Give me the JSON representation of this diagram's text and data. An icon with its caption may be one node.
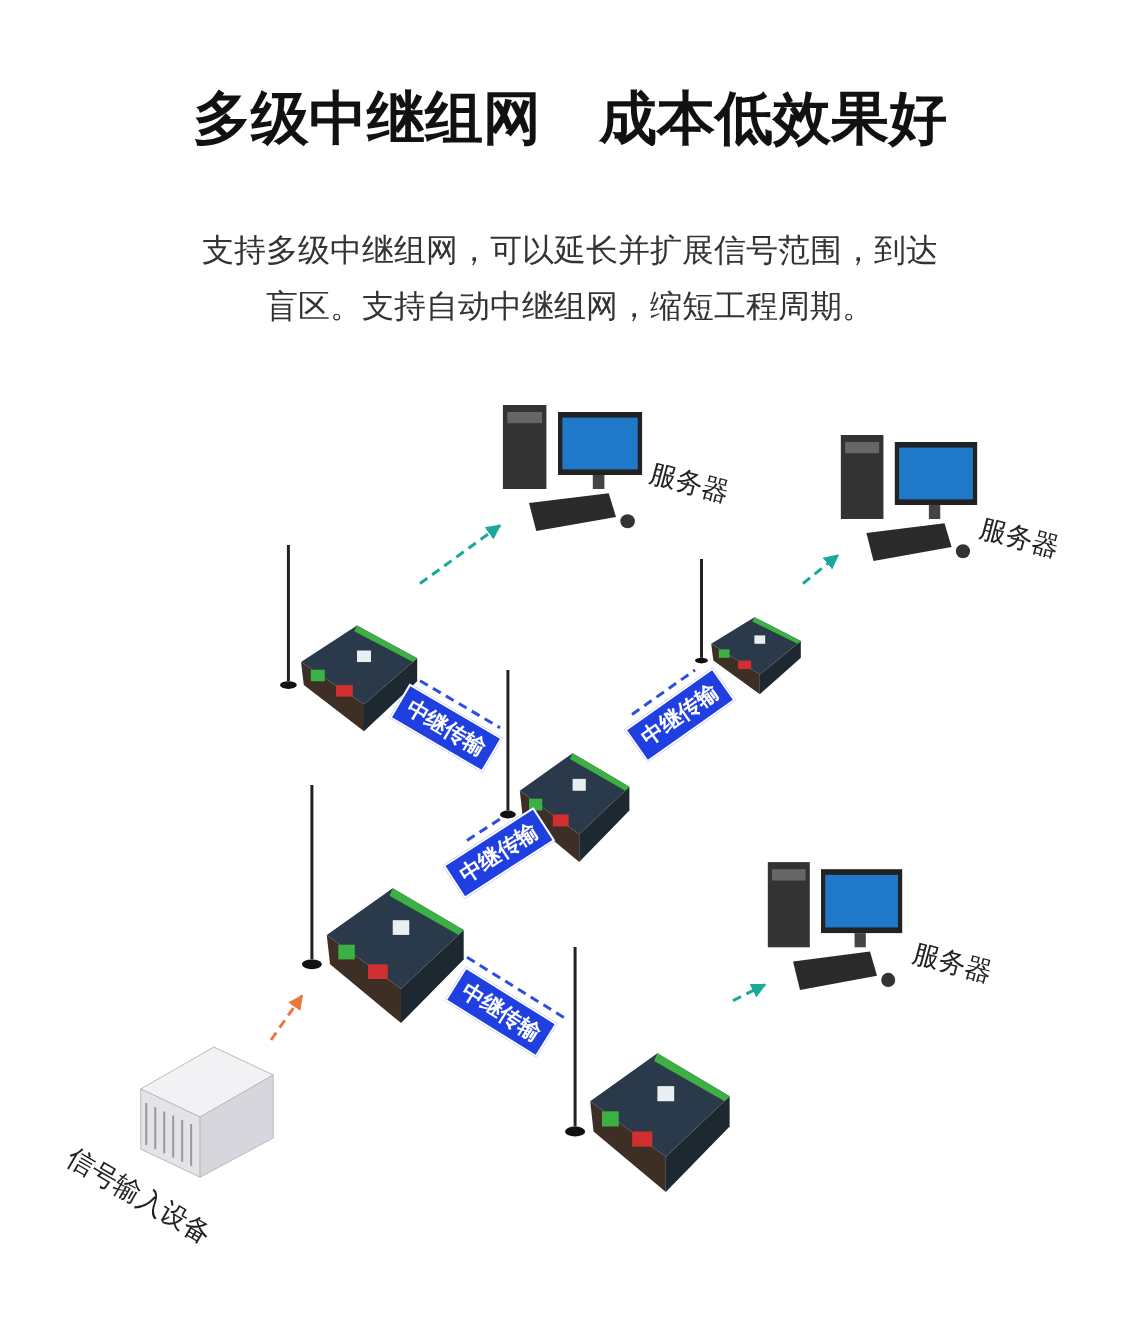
{
  "diagram": {
    "title": "多级中继组网　成本低效果好",
    "caption": "支持多级中继组网，可以延长并扩展信号范围，到达盲区。支持自动中继组网，缩短工程周期。",
    "nodes": [
      {
        "text": [],
        "shape": "picture",
        "beside": [
          "服务器"
        ]
      },
      {
        "text": [],
        "shape": "picture",
        "beside": [
          "服务器"
        ]
      },
      {
        "text": [],
        "shape": "picture"
      },
      {
        "text": [],
        "shape": "picture"
      },
      {
        "text": [],
        "shape": "picture"
      },
      {
        "text": [],
        "shape": "picture"
      },
      {
        "text": [],
        "shape": "picture",
        "beside": [
          "服务器"
        ]
      },
      {
        "text": [],
        "shape": "picture"
      },
      {
        "text": [],
        "shape": "picture",
        "beside": [
          "信号输入设备"
        ]
      }
    ],
    "edges": [
      {
        "from": 2,
        "to": 0,
        "arrow": "to",
        "style": "dashed",
        "color": "#1aa89a"
      },
      {
        "from": 3,
        "to": 1,
        "arrow": "to",
        "style": "dashed",
        "color": "#1aa89a"
      },
      {
        "from": 2,
        "to": 4,
        "arrow": "none",
        "style": "dashed",
        "color": "#2a4fe0",
        "label": "中继传输"
      },
      {
        "from": 4,
        "to": 3,
        "arrow": "none",
        "style": "dashed",
        "color": "#2a4fe0",
        "label": "中继传输"
      },
      {
        "from": 5,
        "to": 4,
        "arrow": "none",
        "style": "dashed",
        "color": "#2a4fe0",
        "label": "中继传输"
      },
      {
        "from": 8,
        "to": 5,
        "arrow": "to",
        "style": "dashed",
        "color": "#e8793a"
      },
      {
        "from": 5,
        "to": 7,
        "arrow": "none",
        "style": "dashed",
        "color": "#2a4fe0",
        "label": "中继传输"
      },
      {
        "from": 7,
        "to": 6,
        "arrow": "to",
        "style": "dashed",
        "color": "#1aa89a"
      }
    ]
  }
}
